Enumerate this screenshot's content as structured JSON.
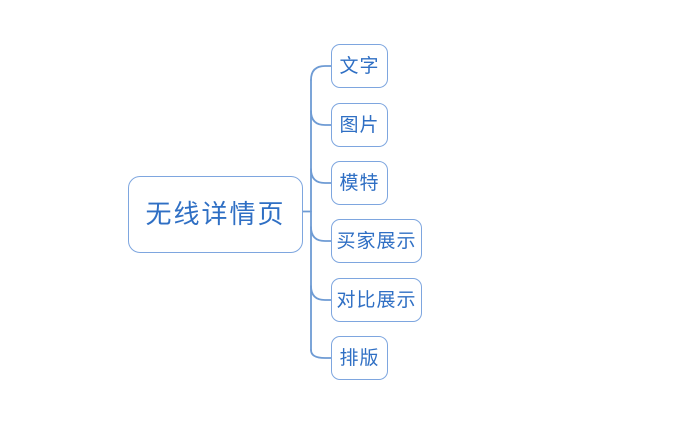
{
  "diagram": {
    "type": "mind-map",
    "orientation": "left-to-right",
    "background_color": "#FFFFFF",
    "node_border_color": "#7EA6DF",
    "node_text_color": "#2F6FC4",
    "connector_color": "#6E9BD4",
    "root": {
      "label": "无线详情页"
    },
    "children": [
      {
        "label": "文字"
      },
      {
        "label": "图片"
      },
      {
        "label": "模特"
      },
      {
        "label": "买家展示"
      },
      {
        "label": "对比展示"
      },
      {
        "label": "排版"
      }
    ]
  }
}
